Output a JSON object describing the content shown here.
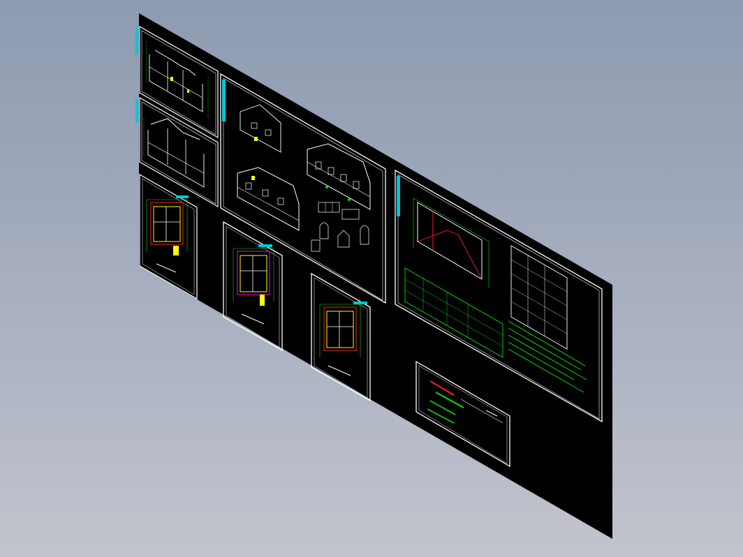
{
  "viewport": {
    "background_top": "#8d9ab0",
    "background_bottom": "#c2c4cc"
  },
  "colors": {
    "sheet": "#000000",
    "frame": "#ffffff",
    "linework": "#ffffff",
    "dimension": "#00e000",
    "accent_cyan": "#00c8d8",
    "accent_yellow": "#ffff00",
    "accent_red": "#ff2020",
    "accent_magenta": "#ff00ff"
  },
  "drawings": [
    {
      "name": "section-sheet-1",
      "kind": "section"
    },
    {
      "name": "section-sheet-2",
      "kind": "section"
    },
    {
      "name": "elevations-sheet",
      "kind": "elevations"
    },
    {
      "name": "floor-plan-1",
      "kind": "plan"
    },
    {
      "name": "floor-plan-2",
      "kind": "plan"
    },
    {
      "name": "floor-plan-3",
      "kind": "plan"
    },
    {
      "name": "roof-plan-and-schedules",
      "kind": "roof-schedule"
    },
    {
      "name": "title-block",
      "kind": "title"
    }
  ]
}
